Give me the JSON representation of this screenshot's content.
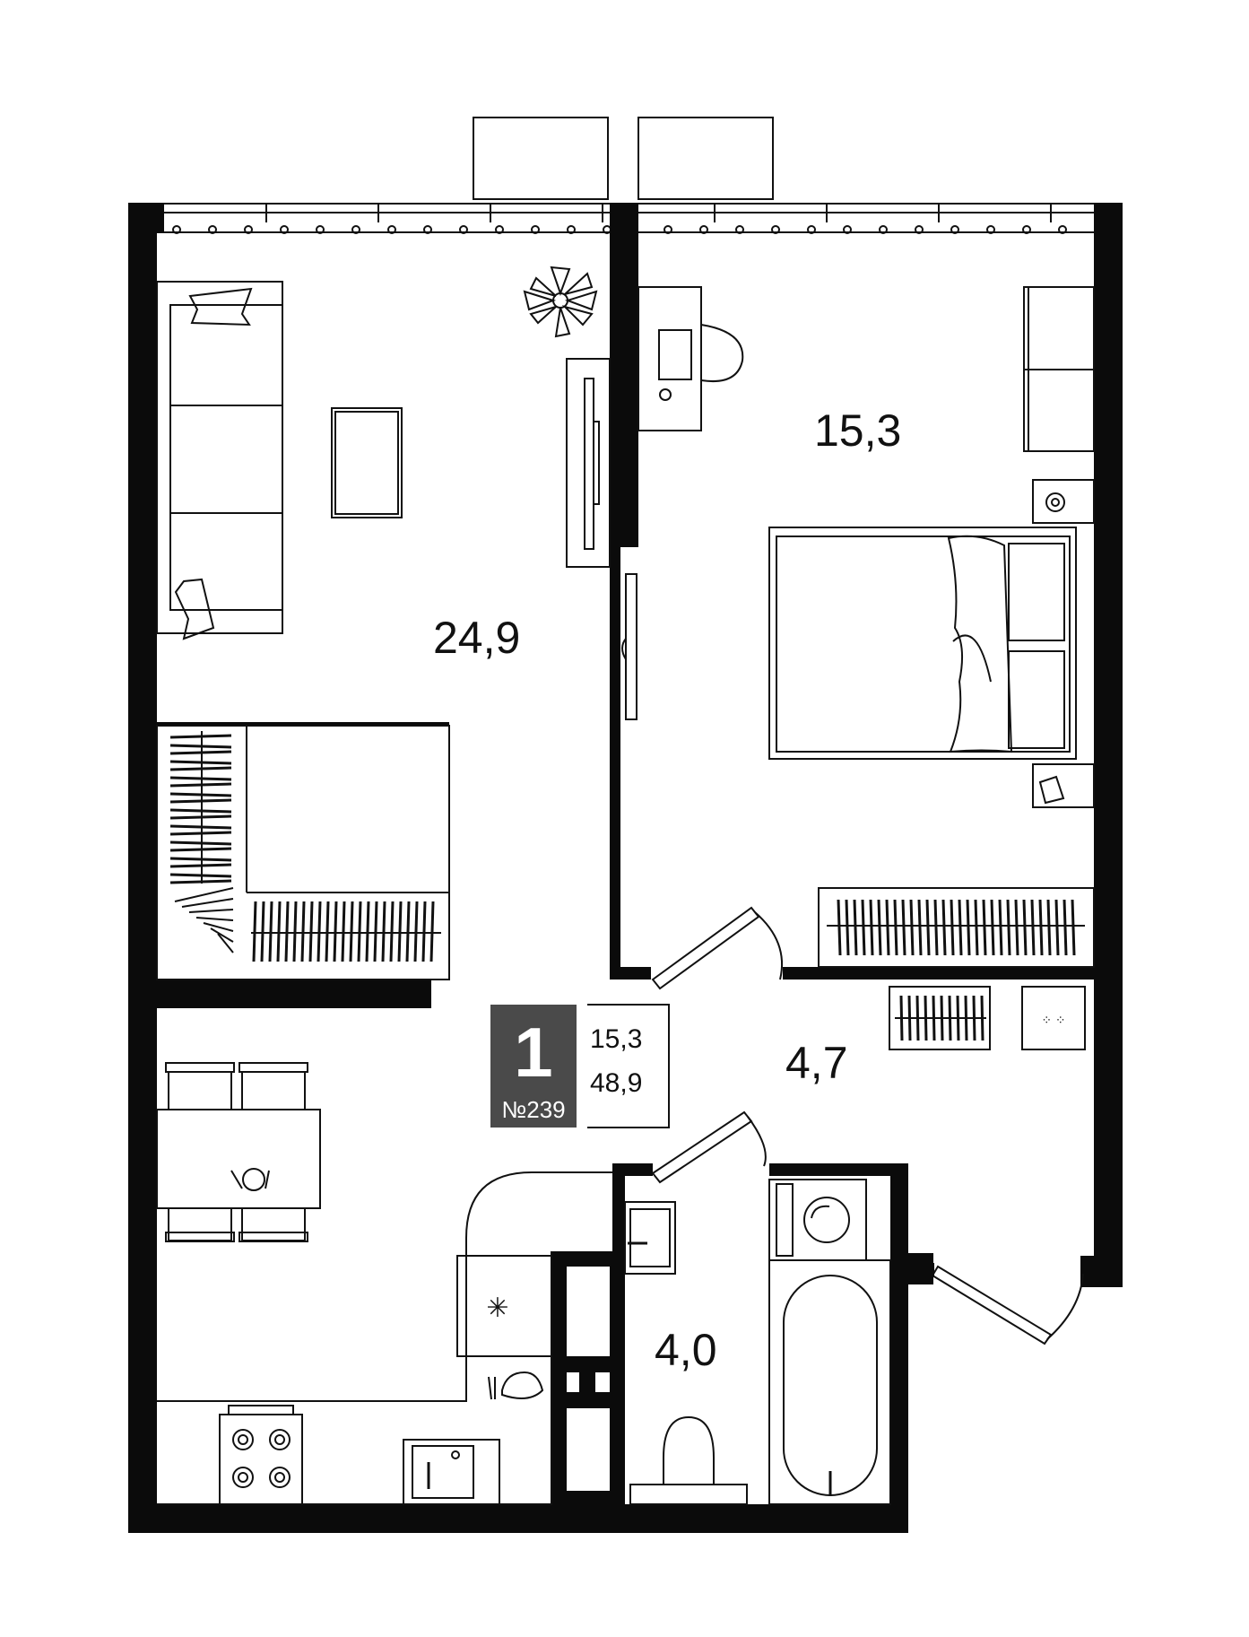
{
  "rooms": {
    "living_kitchen": {
      "area": "24,9"
    },
    "bedroom": {
      "area": "15,3"
    },
    "hallway": {
      "area": "4,7"
    },
    "bathroom": {
      "area": "4,0"
    }
  },
  "apartment_badge": {
    "rooms_count": "1",
    "number": "№239",
    "living_area": "15,3",
    "total_area": "48,9",
    "fill_color": "#4a4a4a"
  },
  "colors": {
    "wall": "#0b0b0b",
    "line": "#111111",
    "background": "#ffffff"
  }
}
